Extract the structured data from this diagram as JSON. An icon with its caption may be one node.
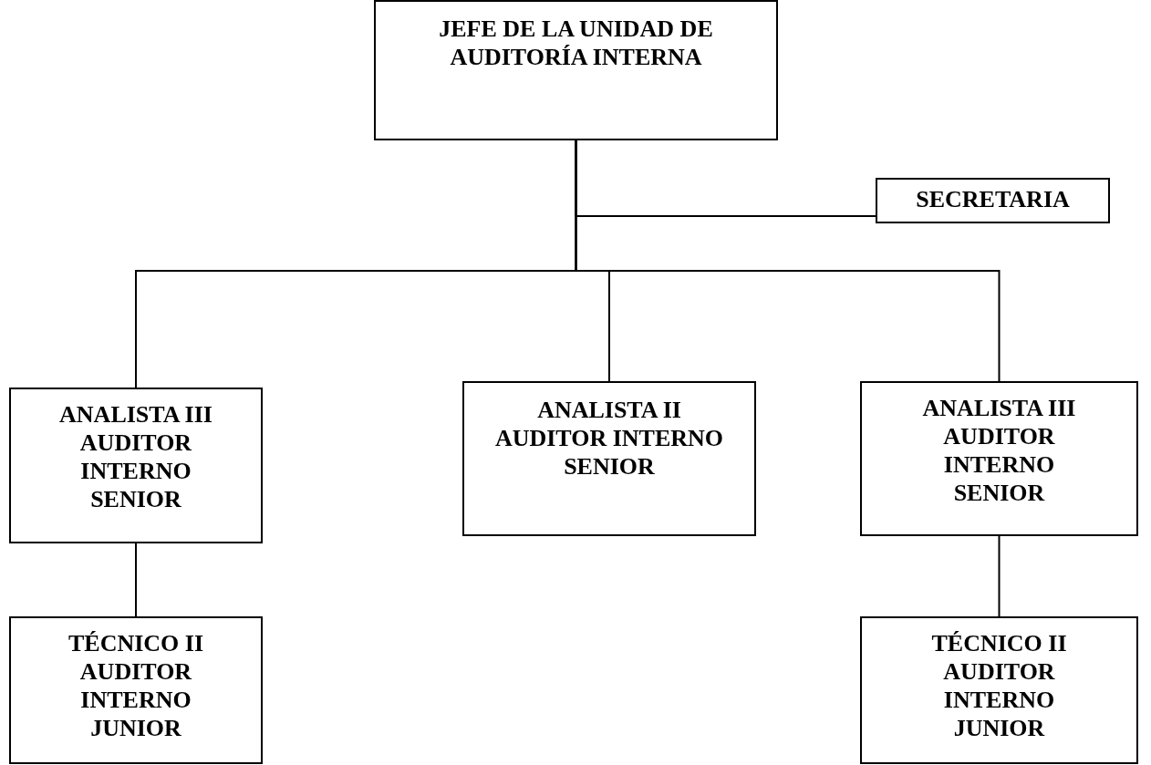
{
  "diagram": {
    "nodes": [
      {
        "text": [
          "JEFE DE LA UNIDAD DE AUDITORÍA INTERNA"
        ]
      },
      {
        "text": [
          "SECRETARIA"
        ]
      },
      {
        "text": [
          "ANALISTA III AUDITOR INTERNO SENIOR"
        ]
      },
      {
        "text": [
          "ANALISTA II AUDITOR INTERNO SENIOR"
        ]
      },
      {
        "text": [
          "ANALISTA III AUDITOR INTERNO SENIOR"
        ]
      },
      {
        "text": [
          "TÉCNICO II AUDITOR INTERNO JUNIOR"
        ]
      },
      {
        "text": [
          "TÉCNICO II AUDITOR INTERNO JUNIOR"
        ]
      }
    ],
    "edges": [
      {
        "from": 0,
        "to": 1,
        "arrow": "none"
      },
      {
        "from": 0,
        "to": 2,
        "arrow": "none"
      },
      {
        "from": 0,
        "to": 3,
        "arrow": "none"
      },
      {
        "from": 0,
        "to": 4,
        "arrow": "none"
      },
      {
        "from": 2,
        "to": 5,
        "arrow": "none"
      },
      {
        "from": 4,
        "to": 6,
        "arrow": "none"
      }
    ]
  }
}
